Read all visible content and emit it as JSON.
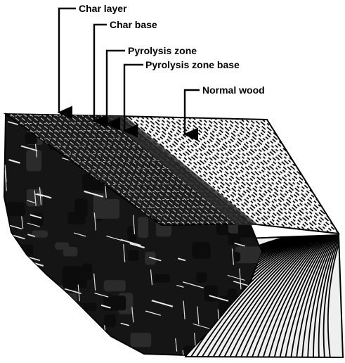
{
  "labels": {
    "char_layer": "Char layer",
    "char_base": "Char base",
    "pyrolysis_zone": "Pyrolysis zone",
    "pyrolysis_zone_base": "Pyrolysis zone base",
    "normal_wood": "Normal wood"
  },
  "colors": {
    "ink": "#000000",
    "paper": "#ffffff"
  }
}
